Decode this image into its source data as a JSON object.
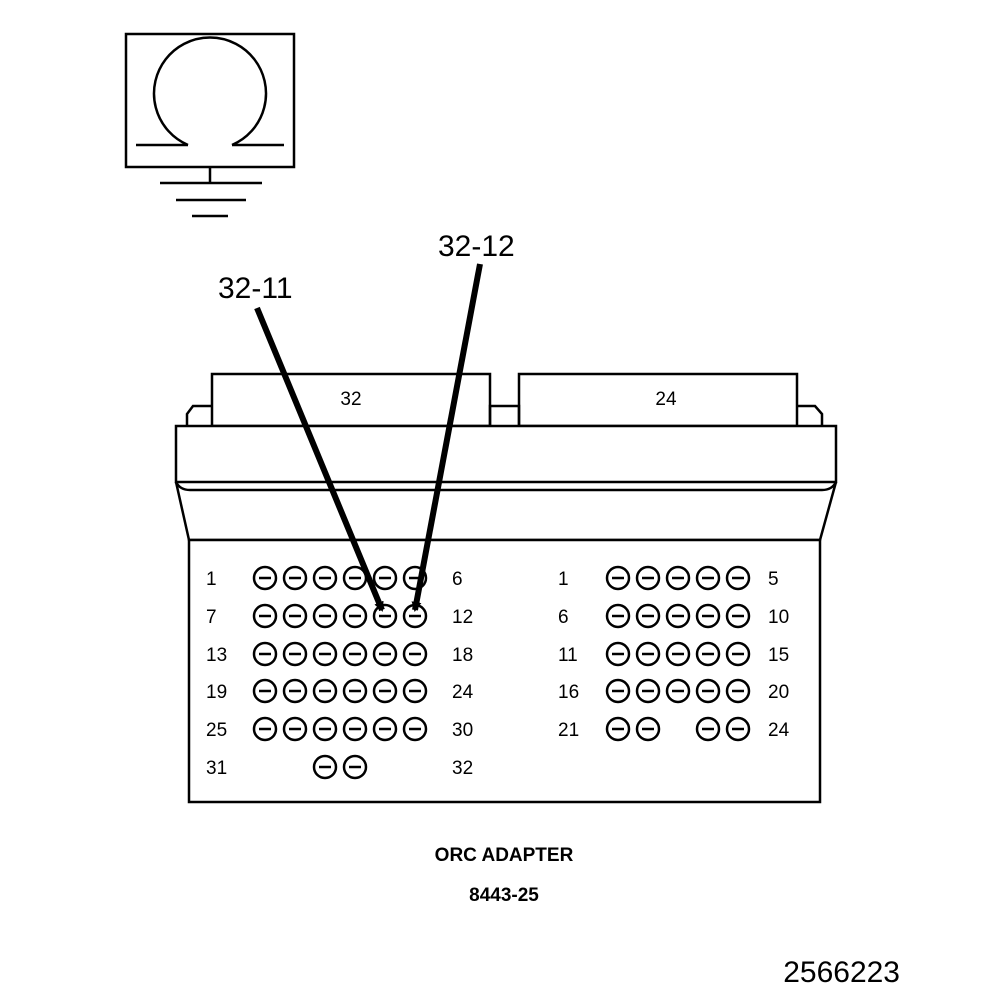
{
  "meter": {
    "symbol": "ohm-icon"
  },
  "callouts": {
    "left": "32-11",
    "right": "32-12"
  },
  "connectors": {
    "left": {
      "tab_label": "32",
      "rows": [
        {
          "start": "1",
          "end": "6",
          "pins": 6
        },
        {
          "start": "7",
          "end": "12",
          "pins": 6
        },
        {
          "start": "13",
          "end": "18",
          "pins": 6
        },
        {
          "start": "19",
          "end": "24",
          "pins": 6
        },
        {
          "start": "25",
          "end": "30",
          "pins": 6
        },
        {
          "start": "31",
          "end": "32",
          "pins": 2
        }
      ]
    },
    "right": {
      "tab_label": "24",
      "rows": [
        {
          "start": "1",
          "end": "5",
          "pins": 5
        },
        {
          "start": "6",
          "end": "10",
          "pins": 5
        },
        {
          "start": "11",
          "end": "15",
          "pins": 5
        },
        {
          "start": "16",
          "end": "20",
          "pins": 5
        },
        {
          "start": "21",
          "end": "24",
          "pins": 4
        }
      ]
    }
  },
  "caption": {
    "title": "ORC ADAPTER",
    "part_number": "8443-25"
  },
  "figure_number": "2566223"
}
